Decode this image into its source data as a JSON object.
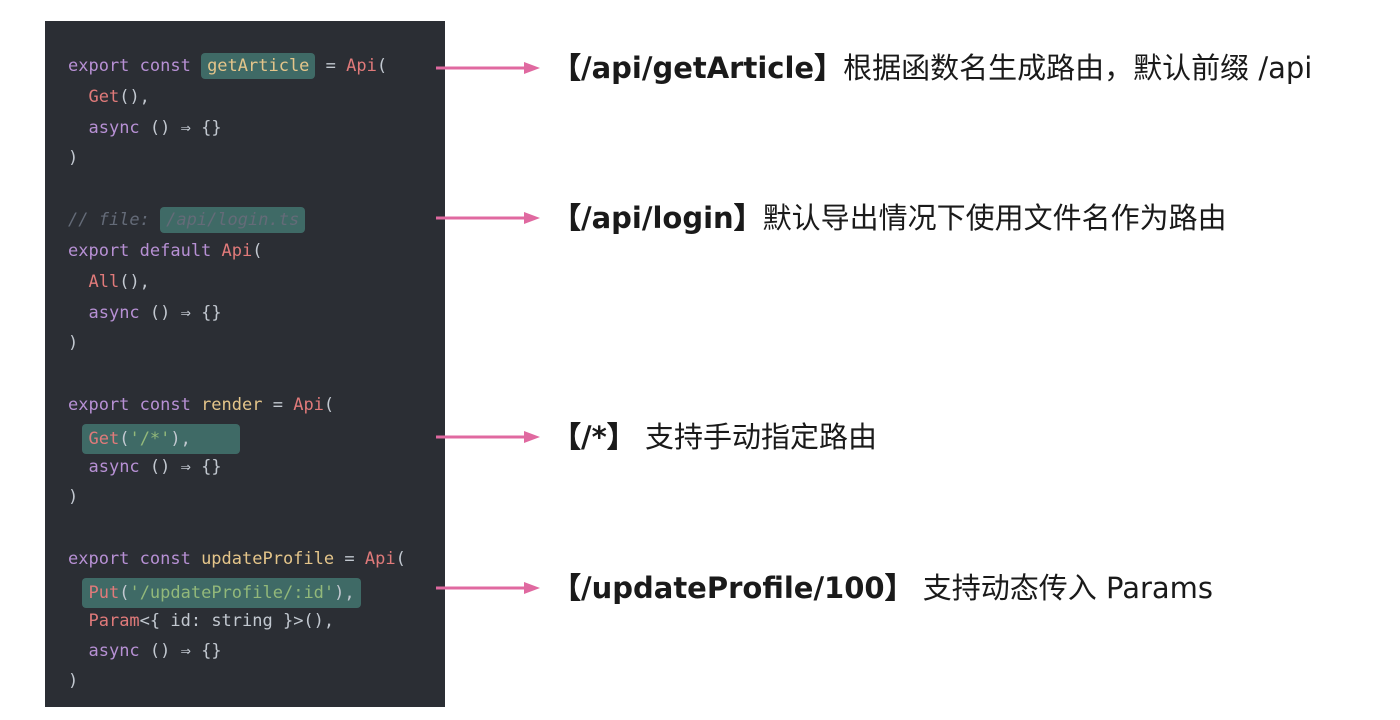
{
  "code": {
    "block1": {
      "line1_kw": "export const ",
      "line1_name": "getArticle",
      "line1_eq": " = ",
      "line1_api": "Api",
      "line1_paren": "(",
      "line2_call": "Get",
      "line2_rest": "(),",
      "line3_async": "async",
      "line3_rest": " () ⇒ {}",
      "line4": ")"
    },
    "block2": {
      "comment_prefix": "// file: ",
      "comment_path": "/api/login.ts",
      "line1_kw": "export default ",
      "line1_api": "Api",
      "line1_paren": "(",
      "line2_call": "All",
      "line2_rest": "(),",
      "line3_async": "async",
      "line3_rest": " () ⇒ {}",
      "line4": ")"
    },
    "block3": {
      "line1_kw": "export const ",
      "line1_name": "render",
      "line1_eq": " = ",
      "line1_api": "Api",
      "line1_paren": "(",
      "line2_call": "Get",
      "line2_open": "(",
      "line2_str": "'/*'",
      "line2_close": "),",
      "line3_async": "async",
      "line3_rest": " () ⇒ {}",
      "line4": ")"
    },
    "block4": {
      "line1_kw": "export const ",
      "line1_name": "updateProfile",
      "line1_eq": " = ",
      "line1_api": "Api",
      "line1_paren": "(",
      "line2_call": "Put",
      "line2_open": "(",
      "line2_str": "'/updateProfile/:id'",
      "line2_close": "),",
      "line3_call": "Param",
      "line3_rest": "<{ id: string }>(),",
      "line4_async": "async",
      "line4_rest": " () ⇒ {}",
      "line5": ")"
    }
  },
  "annotations": [
    {
      "route": "【/api/getArticle】",
      "text": "根据函数名生成路由，默认前缀 /api"
    },
    {
      "route": "【/api/login】",
      "text": "默认导出情况下使用文件名作为路由"
    },
    {
      "route": "【/*】",
      "text": " 支持手动指定路由"
    },
    {
      "route": "【/updateProfile/100】",
      "text": " 支持动态传入 Params"
    }
  ],
  "colors": {
    "panel_bg": "#2b2e34",
    "highlight": "#3f6a66",
    "arrow": "#e069a0"
  }
}
